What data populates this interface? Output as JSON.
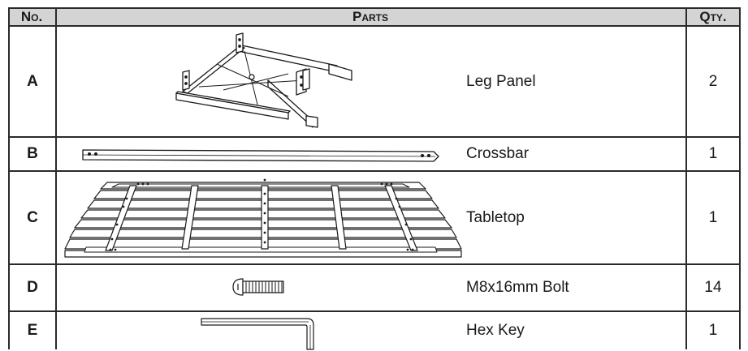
{
  "header": {
    "no": "No.",
    "parts": "Parts",
    "qty": "Qty."
  },
  "rows": [
    {
      "no": "A",
      "name": "Leg Panel",
      "qty": "2",
      "illustration": "leg-panel"
    },
    {
      "no": "B",
      "name": "Crossbar",
      "qty": "1",
      "illustration": "crossbar"
    },
    {
      "no": "C",
      "name": "Tabletop",
      "qty": "1",
      "illustration": "tabletop"
    },
    {
      "no": "D",
      "name": "M8x16mm Bolt",
      "qty": "14",
      "illustration": "bolt"
    },
    {
      "no": "E",
      "name": "Hex Key",
      "qty": "1",
      "illustration": "hex-key"
    }
  ]
}
